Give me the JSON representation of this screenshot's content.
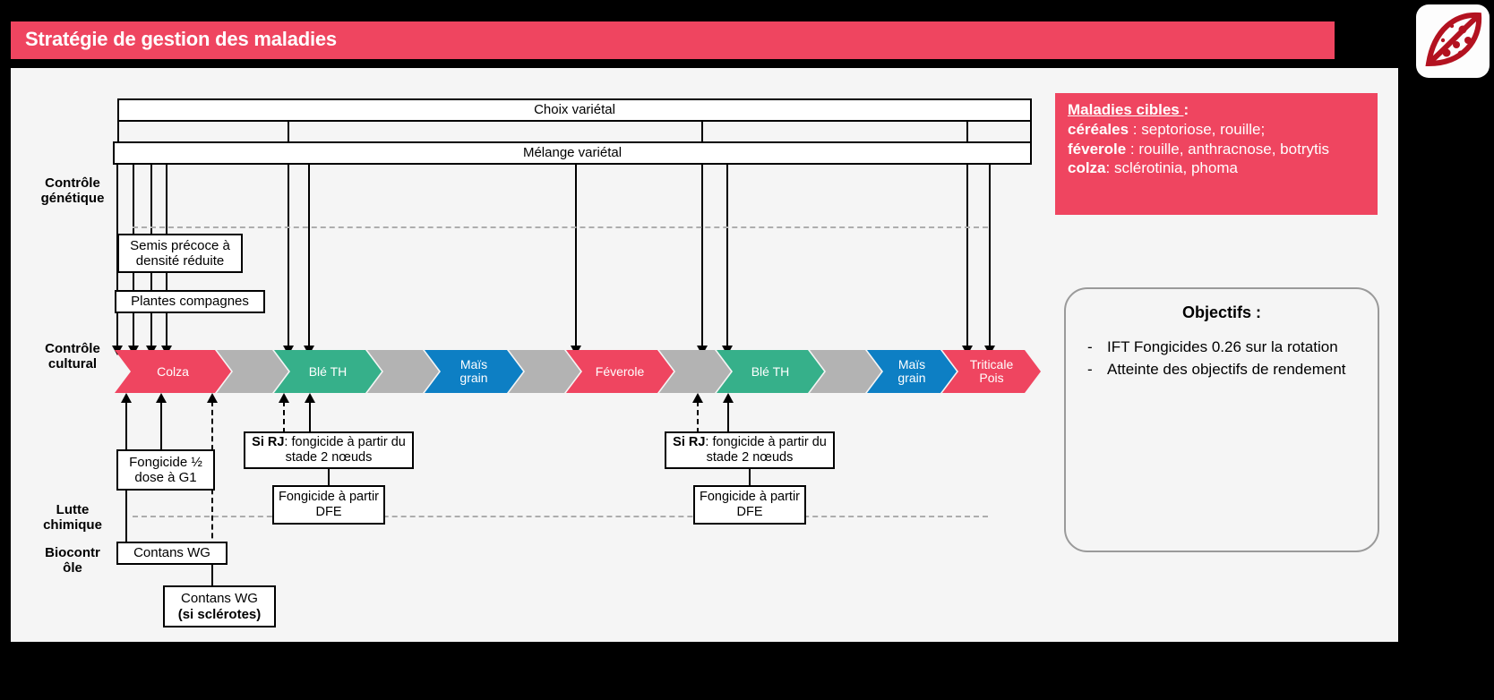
{
  "header": {
    "title": "Stratégie de gestion des maladies",
    "logo_icon": "pod-leaf-logo-icon",
    "bar_color": "#ef4560"
  },
  "rows": [
    {
      "id": "genetique",
      "label": "Contrôle\ngénétique"
    },
    {
      "id": "cultural",
      "label": "Contrôle\ncultural"
    },
    {
      "id": "chimique",
      "label": "Lutte\nchimique"
    },
    {
      "id": "biocontrole",
      "label": "Biocontr\nôle"
    }
  ],
  "genetic": {
    "choix_varietal": "Choix variétal",
    "melange_varietal": "Mélange variétal"
  },
  "cultural": {
    "semis": "Semis précoce à densité réduite",
    "plantes": "Plantes compagnes"
  },
  "rotation": {
    "crops": [
      {
        "name": "Colza",
        "color": "#ef4560"
      },
      {
        "name": "",
        "color": "#b3b3b3"
      },
      {
        "name": "Blé TH",
        "color": "#36b08a"
      },
      {
        "name": "",
        "color": "#b3b3b3"
      },
      {
        "name": "Maïs grain",
        "color": "#0d7fc4"
      },
      {
        "name": "",
        "color": "#b3b3b3"
      },
      {
        "name": "Féverole",
        "color": "#ef4560"
      },
      {
        "name": "",
        "color": "#b3b3b3"
      },
      {
        "name": "Blé TH",
        "color": "#36b08a"
      },
      {
        "name": "",
        "color": "#b3b3b3"
      },
      {
        "name": "Maïs grain",
        "color": "#0d7fc4"
      },
      {
        "name": "Triticale Pois",
        "color": "#ef4560"
      }
    ]
  },
  "chemical": {
    "colza_fongicide": "Fongicide ½ dose à G1",
    "ble1_si_rj_bold": "Si RJ",
    "ble1_si_rj_rest": ":  fongicide à partir du stade 2 nœuds",
    "ble1_dfe": "Fongicide à partir DFE",
    "ble2_si_rj_bold": "Si RJ",
    "ble2_si_rj_rest": ":  fongicide à partir du stade 2 nœuds",
    "ble2_dfe": "Fongicide à partir DFE"
  },
  "biocontrol": {
    "contans": "Contans WG",
    "contans_scler_line1": "Contans WG",
    "contans_scler_line2": "(si sclérotes)"
  },
  "target_diseases": {
    "heading": "Maladies cibles ",
    "heading_colon": ":",
    "lines": [
      {
        "bold": "céréales",
        "rest": " : septoriose, rouille;"
      },
      {
        "bold": "féverole",
        "rest": " : rouille, anthracnose, botrytis"
      },
      {
        "bold": "colza",
        "rest": ": sclérotinia, phoma"
      }
    ]
  },
  "objectives": {
    "title": "Objectifs :",
    "bullet": "-",
    "items": [
      "IFT Fongicides 0.26 sur la rotation",
      "Atteinte des objectifs de rendement"
    ]
  }
}
